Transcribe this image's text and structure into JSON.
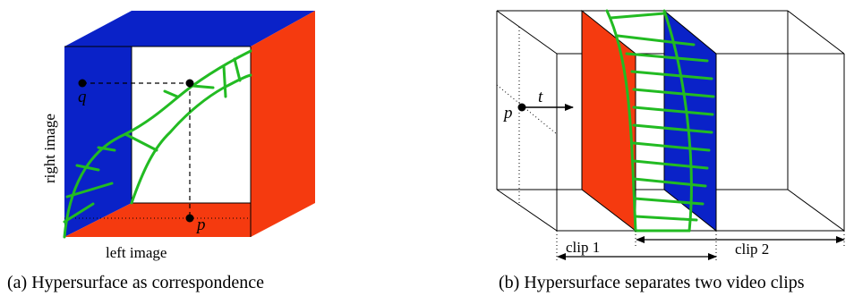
{
  "panel_a": {
    "caption": "(a) Hypersurface as correspondence",
    "x_axis_label": "left image",
    "y_axis_label": "right image",
    "point_q_label": "q",
    "point_p_label": "p",
    "colors": {
      "blue": "#0a22c8",
      "red": "#f53a0f",
      "green": "#22bb22"
    }
  },
  "panel_b": {
    "caption": "(b) Hypersurface separates two video clips",
    "point_p_label": "p",
    "arrow_label": "t",
    "clip1_label": "clip 1",
    "clip2_label": "clip 2",
    "colors": {
      "blue": "#0a22c8",
      "red": "#f53a0f",
      "green": "#22bb22"
    }
  }
}
